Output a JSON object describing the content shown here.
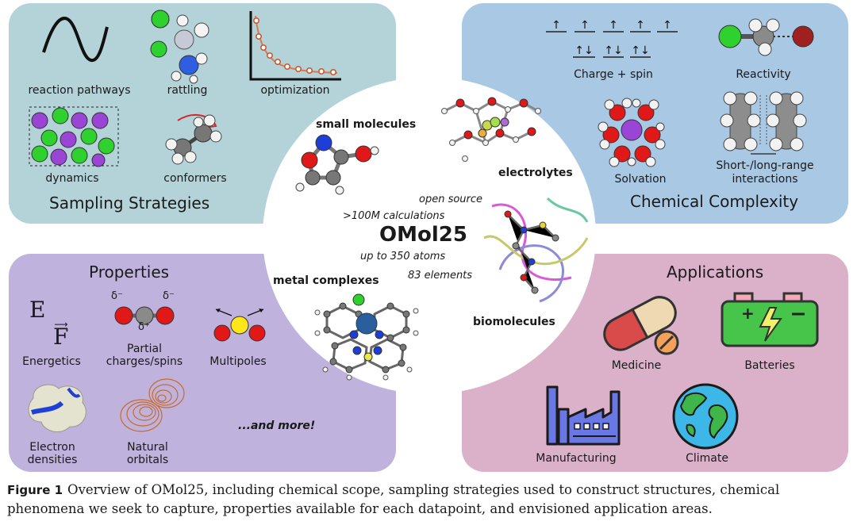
{
  "center": {
    "title": "OMol25",
    "stat_open": "open source",
    "stat_calcs": ">100M calculations",
    "stat_atoms": "up to 350 atoms",
    "stat_elements": "83 elements",
    "small_molecules": "small molecules",
    "electrolytes": "electrolytes",
    "metal_complexes": "metal complexes",
    "biomolecules": "biomolecules"
  },
  "sampling": {
    "title": "Sampling Strategies",
    "reaction_pathways": "reaction pathways",
    "rattling": "rattling",
    "optimization": "optimization",
    "dynamics": "dynamics",
    "conformers": "conformers"
  },
  "complexity": {
    "title": "Chemical Complexity",
    "charge_spin": "Charge + spin",
    "reactivity": "Reactivity",
    "solvation": "Solvation",
    "range_line1": "Short-/long-range",
    "range_line2": "interactions"
  },
  "properties": {
    "title": "Properties",
    "energetics": "Energetics",
    "partial_line1": "Partial",
    "partial_line2": "charges/spins",
    "multipoles": "Multipoles",
    "electron_line1": "Electron",
    "electron_line2": "densities",
    "natural_line1": "Natural",
    "natural_line2": "orbitals",
    "more": "...and more!",
    "energy_symbol": "E",
    "force_symbol": "F",
    "delta_minus": "δ⁻",
    "delta_plus": "δ⁺"
  },
  "applications": {
    "title": "Applications",
    "medicine": "Medicine",
    "batteries": "Batteries",
    "manufacturing": "Manufacturing",
    "climate": "Climate"
  },
  "caption": {
    "figure_label": "Figure 1",
    "text": "Overview of OMol25, including chemical scope, sampling strategies used to construct structures, chemical phenomena we seek to capture, properties available for each datapoint, and envisioned application areas."
  },
  "colors": {
    "sampling_bg": "#b3d3d8",
    "complexity_bg": "#a9c8e4",
    "properties_bg": "#bfb3de",
    "applications_bg": "#dab1c8",
    "atom_green": "#2fd12f",
    "atom_purple": "#9b45d6",
    "atom_red": "#e01818",
    "atom_blue": "#1d3fd8"
  }
}
